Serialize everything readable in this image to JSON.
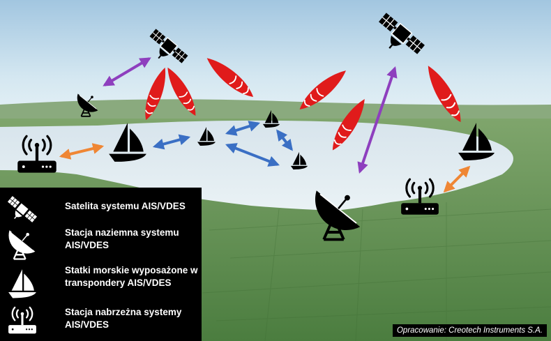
{
  "legend": {
    "items": [
      {
        "icon": "satellite-icon",
        "label": "Satelita systemu AIS/VDES"
      },
      {
        "icon": "ground-station-dish-icon",
        "label": "Stacja naziemna systemu AIS/VDES"
      },
      {
        "icon": "sailboat-icon",
        "label": "Statki morskie wyposażone w transpondery AIS/VDES"
      },
      {
        "icon": "coastal-station-router-icon",
        "label": "Stacja nabrzeżna systemy AIS/VDES"
      }
    ]
  },
  "credit": "Opracowanie: Creotech Instruments S.A.",
  "colors": {
    "sky_top": "#a9cbe3",
    "sky_bottom": "#e9f3f7",
    "sea": "#dfeaf0",
    "land": "#5f8f4c",
    "signal_red": "#e01b1b",
    "link_purple": "#8e3fbe",
    "link_blue": "#3a6fc4",
    "link_orange": "#ef8634",
    "legend_bg": "#000000",
    "legend_text": "#ffffff"
  }
}
